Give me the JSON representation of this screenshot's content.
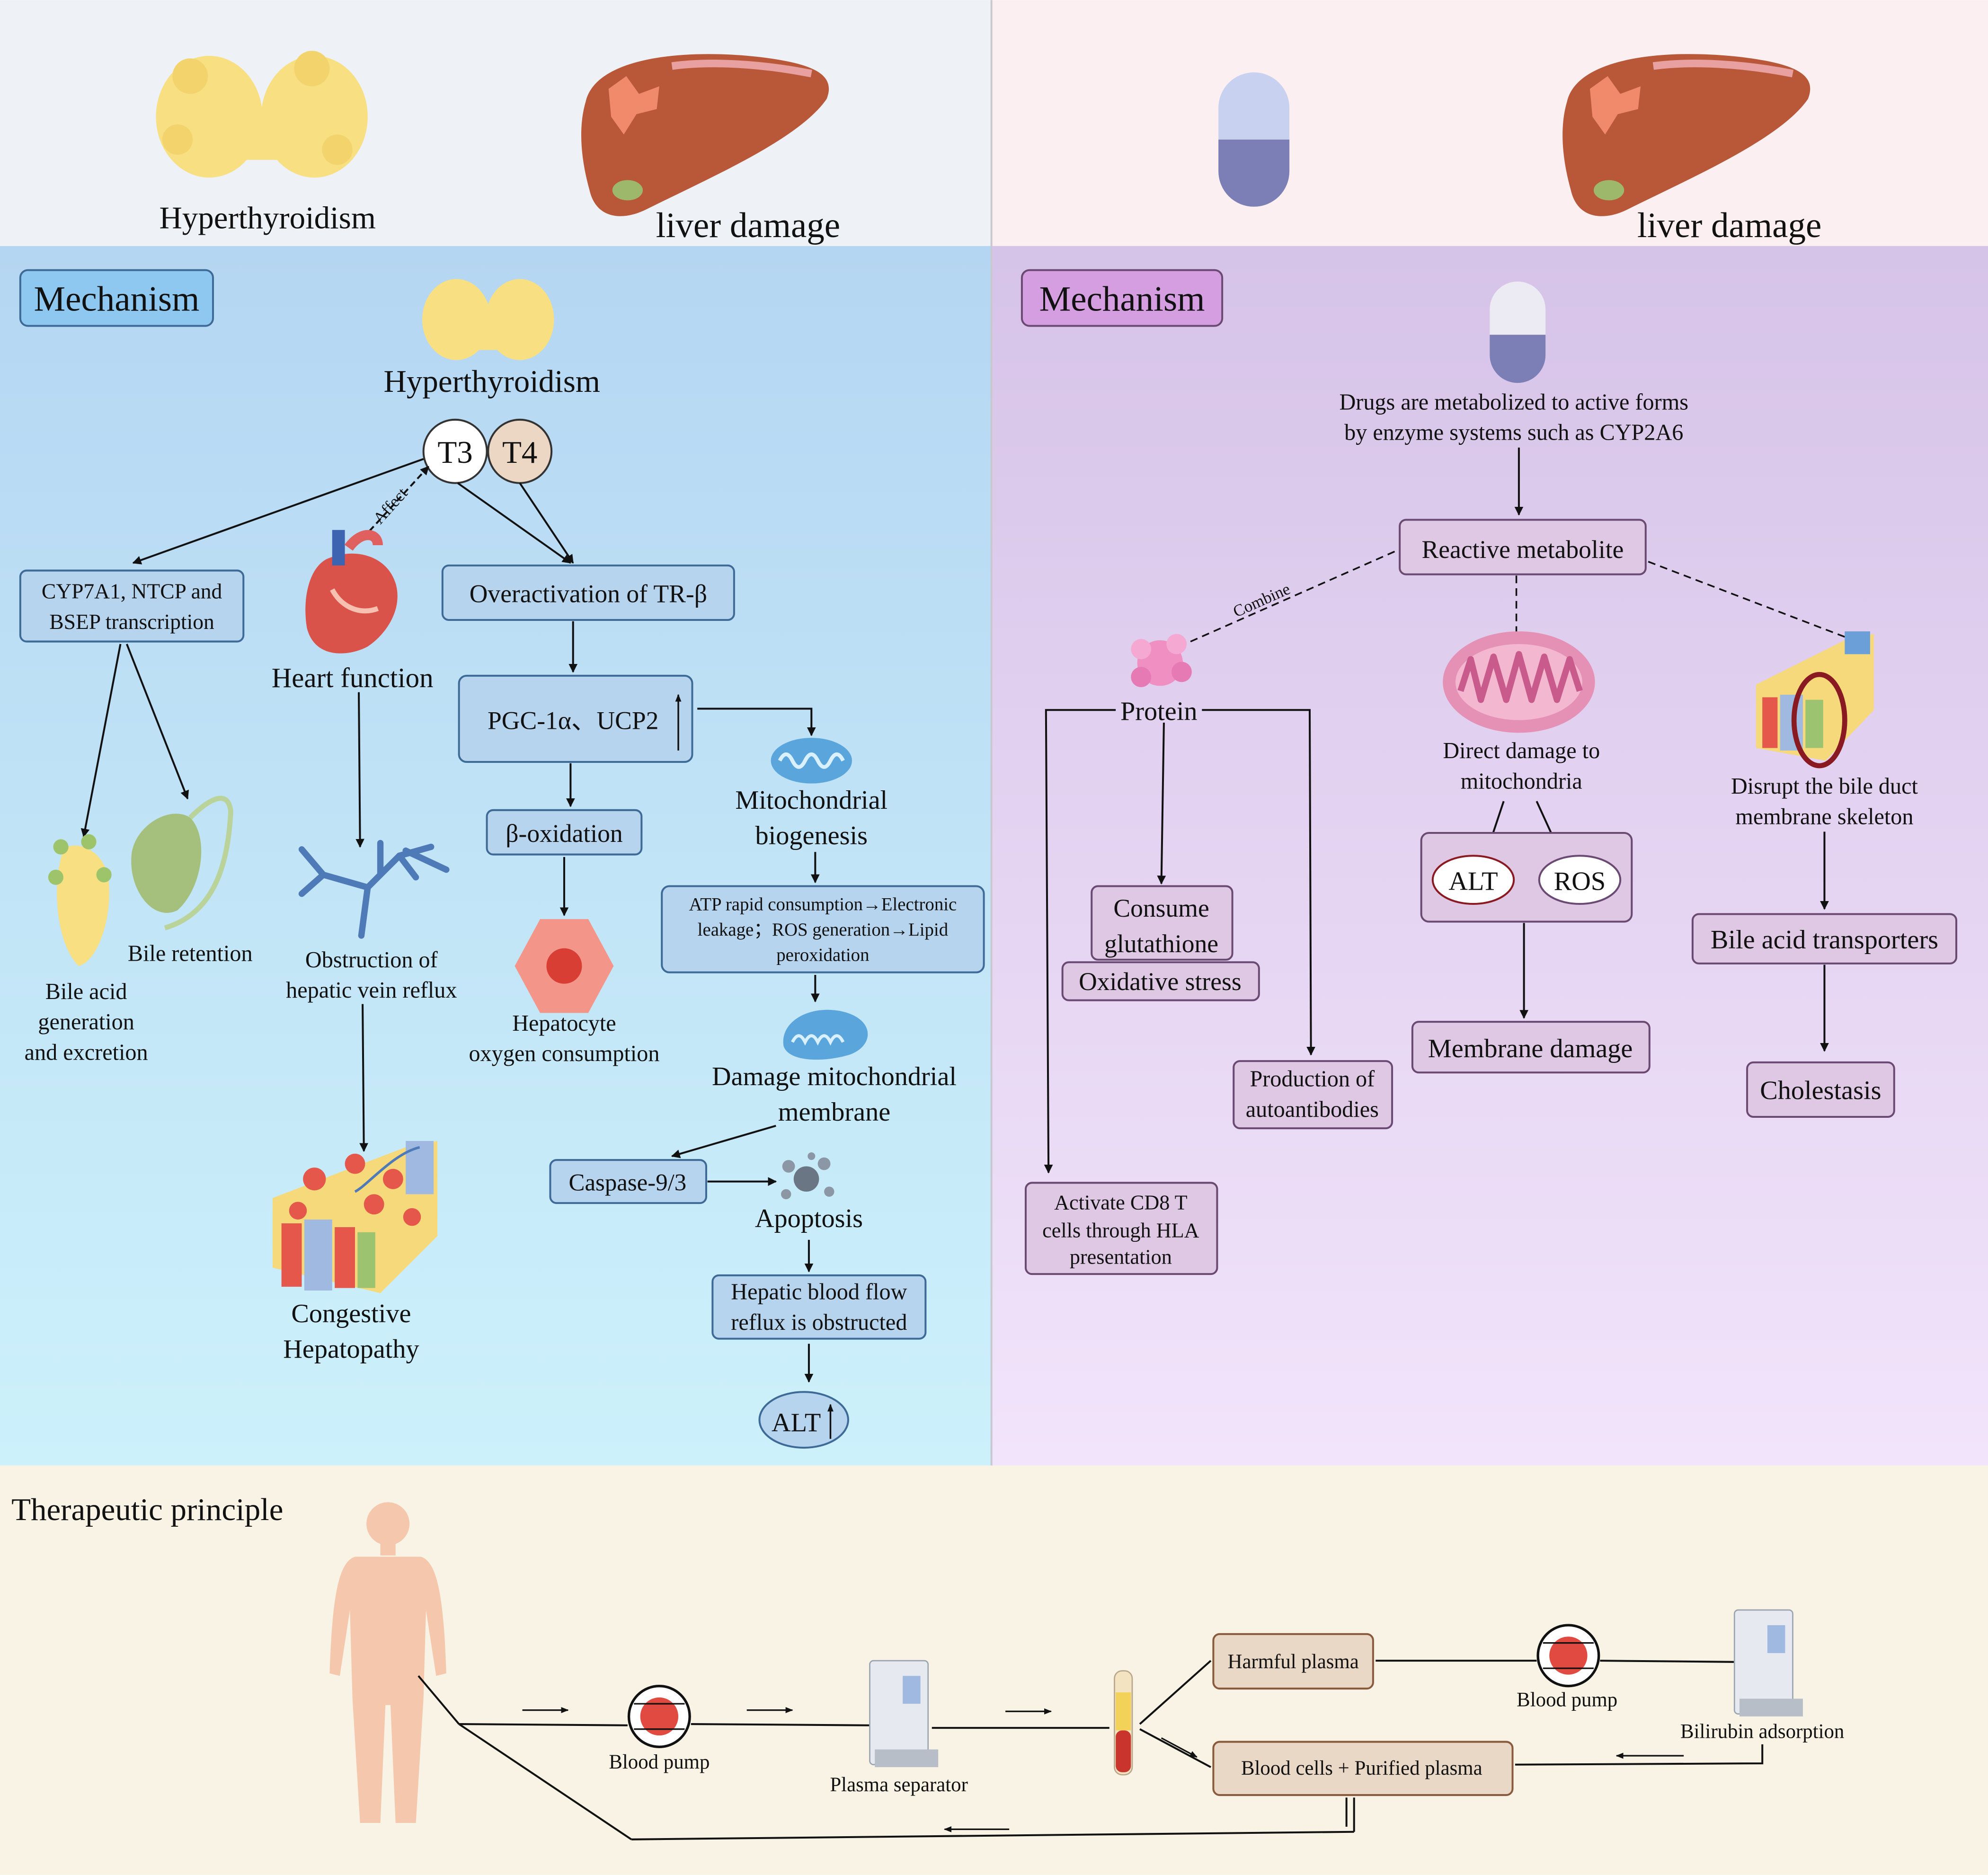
{
  "colors": {
    "left_header": "#eef1f6",
    "right_header": "#fbeff1",
    "left_panel_top": "#b5d6f2",
    "left_panel_bottom": "#cdf1fb",
    "right_panel_top": "#d6c3e8",
    "right_panel_bottom": "#f2e4fb",
    "bottom_panel": "#f8f3e4",
    "left_box_fill": "#b7d4ee",
    "left_box_stroke": "#3d6a96",
    "right_box_fill": "#dfc8e4",
    "right_box_stroke": "#6a4a73",
    "mechanism_left_fill": "#8ec8f0",
    "mechanism_right_fill": "#d59ee0",
    "bottom_box_fill": "#ead8c6",
    "bottom_box_stroke": "#8a5a3c",
    "thyroid": "#f7df82",
    "liver": "#b85838",
    "pill_top": "#c9d1f1",
    "pill_bottom": "#7b7fb5",
    "pump_red": "#e04a40",
    "body_skin": "#f5c7ac"
  },
  "header": {
    "left": {
      "thyroid_label": "Hyperthyroidism",
      "liver_label": "liver damage"
    },
    "right": {
      "liver_label": "liver damage"
    }
  },
  "left_panel": {
    "mechanism": "Mechanism",
    "hyperthyroidism": "Hyperthyroidism",
    "t3": "T3",
    "t4": "T4",
    "affect": "Affect",
    "cyp7a1_line1": "CYP7A1, NTCP and",
    "cyp7a1_line2": "BSEP transcription",
    "heart_function": "Heart function",
    "trb": "Overactivation of TR-β",
    "pgc": "PGC-1α、UCP2",
    "beta_ox": "β-oxidation",
    "mito_bio_line1": "Mitochondrial",
    "mito_bio_line2": "biogenesis",
    "atp_line1": "ATP rapid consumption→Electronic",
    "atp_line2": "leakage；ROS generation→Lipid",
    "atp_line3": "peroxidation",
    "bile_retention": "Bile retention",
    "bile_acid_line1": "Bile acid",
    "bile_acid_line2": "generation",
    "bile_acid_line3": "and excretion",
    "obstruction_line1": "Obstruction of",
    "obstruction_line2": "hepatic vein reflux",
    "hepatocyte_line1": "Hepatocyte",
    "hepatocyte_line2": "oxygen consumption",
    "damage_line1": "Damage mitochondrial",
    "damage_line2": "membrane",
    "caspase": "Caspase-9/3",
    "apoptosis": "Apoptosis",
    "hepatic_flow_line1": "Hepatic blood flow",
    "hepatic_flow_line2": "reflux is obstructed",
    "alt": "ALT",
    "congestive_line1": "Congestive",
    "congestive_line2": "Hepatopathy"
  },
  "right_panel": {
    "mechanism": "Mechanism",
    "drugs_line1": "Drugs are metabolized to active forms",
    "drugs_line2": "by enzyme systems such as CYP2A6",
    "reactive": "Reactive metabolite",
    "combine": "Combine",
    "protein": "Protein",
    "direct_line1": "Direct damage to",
    "direct_line2": "mitochondria",
    "disrupt_line1": "Disrupt the bile duct",
    "disrupt_line2": "membrane skeleton",
    "alt": "ALT",
    "ros": "ROS",
    "consume_line1": "Consume",
    "consume_line2": "glutathione",
    "oxidative": "Oxidative stress",
    "bile_transporters": "Bile acid transporters",
    "membrane_damage": "Membrane damage",
    "cholestasis": "Cholestasis",
    "production_line1": "Production of",
    "production_line2": "autoantibodies",
    "cd8_line1": "Activate CD8 T",
    "cd8_line2": "cells through HLA",
    "cd8_line3": "presentation"
  },
  "bottom_panel": {
    "title": "Therapeutic principle",
    "blood_pump_1": "Blood pump",
    "plasma_separator": "Plasma separator",
    "harmful_plasma": "Harmful plasma",
    "blood_pump_2": "Blood pump",
    "bilirubin": "Bilirubin adsorption",
    "blood_cells": "Blood cells + Purified plasma"
  }
}
